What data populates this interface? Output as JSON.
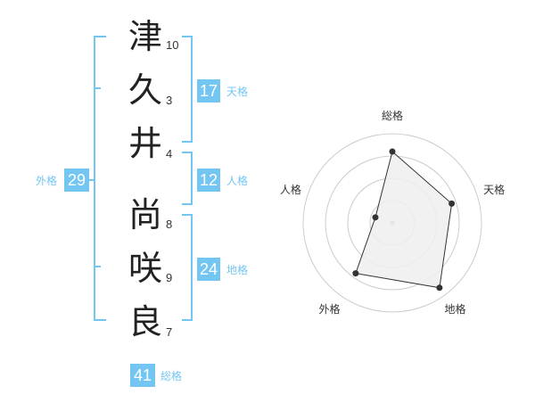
{
  "characters": [
    {
      "char": "津",
      "strokes": "10"
    },
    {
      "char": "久",
      "strokes": "3"
    },
    {
      "char": "井",
      "strokes": "4"
    },
    {
      "char": "尚",
      "strokes": "8"
    },
    {
      "char": "咲",
      "strokes": "9"
    },
    {
      "char": "良",
      "strokes": "7"
    }
  ],
  "fortunes": {
    "tenkaku": {
      "value": "17",
      "label": "天格"
    },
    "jinkaku": {
      "value": "12",
      "label": "人格"
    },
    "chikaku": {
      "value": "24",
      "label": "地格"
    },
    "gaikaku": {
      "value": "29",
      "label": "外格"
    },
    "soukaku": {
      "value": "41",
      "label": "総格"
    }
  },
  "colors": {
    "accent": "#74c6f2",
    "radar_fill": "#eeeeee",
    "radar_line": "#333333",
    "grid": "#cccccc"
  },
  "chart_data": {
    "type": "radar",
    "axes": [
      "総格",
      "天格",
      "地格",
      "外格",
      "人格"
    ],
    "values": [
      4,
      3.5,
      4.5,
      3.5,
      1
    ],
    "rmax": 5,
    "rings": 4
  }
}
